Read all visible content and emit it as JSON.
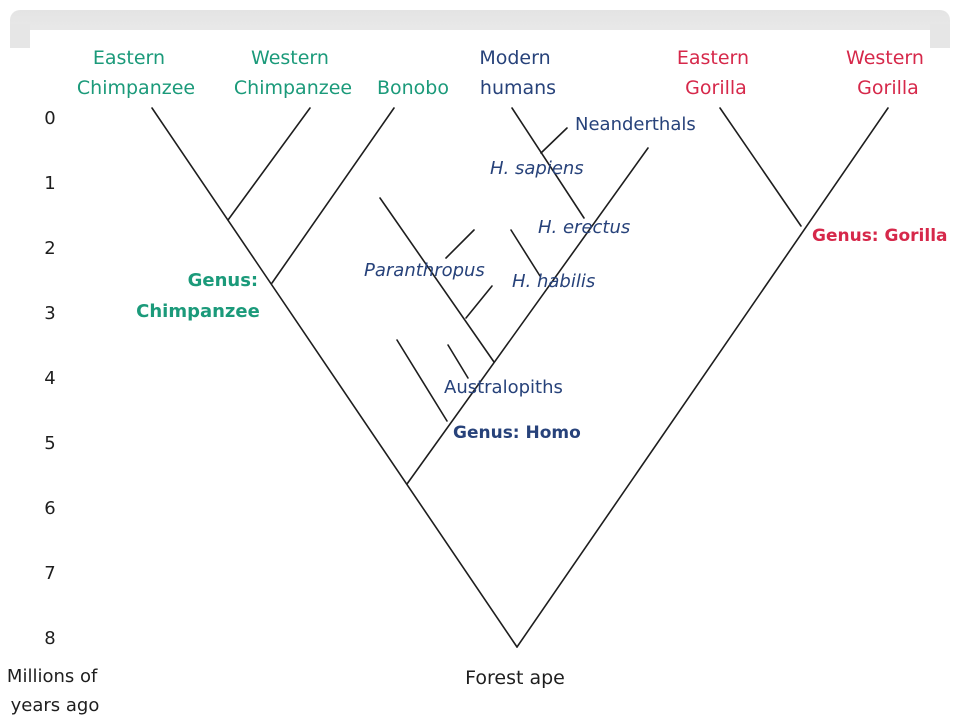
{
  "colors": {
    "chimp": "#1b9a7a",
    "human": "#27427a",
    "gorilla": "#d6284a",
    "line": "#1e1e1e",
    "text": "#1e1e1e",
    "frame": "#e6e6e6"
  },
  "tips": {
    "eastern_chimpanzee": [
      "Eastern",
      "Chimpanzee"
    ],
    "western_chimpanzee": [
      "Western",
      "Chimpanzee"
    ],
    "bonobo": [
      "Bonobo"
    ],
    "modern_humans": [
      "Modern",
      "humans"
    ],
    "eastern_gorilla": [
      "Eastern",
      "Gorilla"
    ],
    "western_gorilla": [
      "Western",
      "Gorilla"
    ]
  },
  "genus_labels": {
    "chimpanzee": [
      "Genus:",
      "Chimpanzee"
    ],
    "homo": "Genus: Homo",
    "gorilla": "Genus: Gorilla"
  },
  "hominins": {
    "neanderthals": "Neanderthals",
    "h_sapiens": "H. sapiens",
    "h_erectus": "H. erectus",
    "paranthropus": "Paranthropus",
    "h_habilis": "H. habilis",
    "australopiths": "Australopiths"
  },
  "root_label": "Forest ape",
  "time_axis": {
    "ticks": [
      "0",
      "1",
      "2",
      "3",
      "4",
      "5",
      "6",
      "7",
      "8"
    ],
    "unit_label": [
      "Millions of",
      "years ago"
    ]
  }
}
